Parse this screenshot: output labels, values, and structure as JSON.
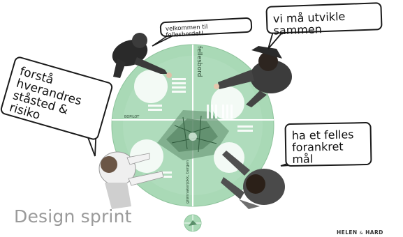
{
  "bubbles": {
    "welcome": "velkommen til fellesbordet!",
    "develop": "vi må utvikle sammen",
    "understand_line1": "forstå hverandres",
    "understand_line2": "ståsted & risiko",
    "anchored_line1": "ha et felles",
    "anchored_line2": "forankret mål"
  },
  "table": {
    "label_top": "fellesbord",
    "label_left": "BOPILOT",
    "label_bottom": "grønnakerjokk, bergen"
  },
  "caption": "Design sprint",
  "logo": {
    "left": "HELEN",
    "amp": "&",
    "right": "HARD"
  },
  "colors": {
    "table_green": "#a8d8b4",
    "table_dark": "#5a8f6a",
    "caption_gray": "#9a9a9a"
  }
}
